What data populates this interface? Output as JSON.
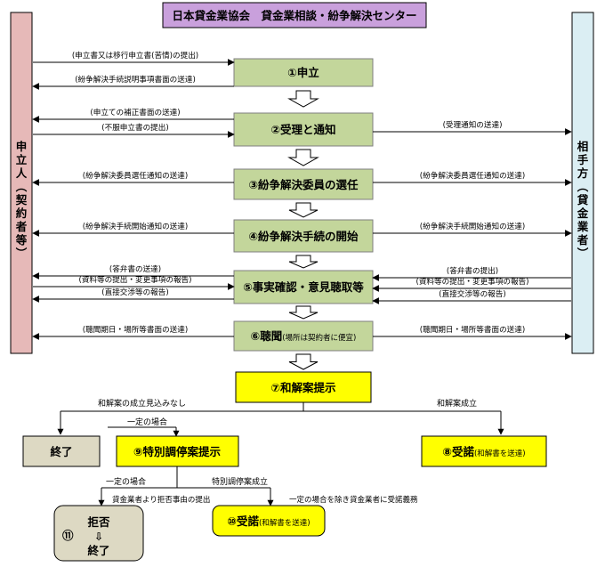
{
  "header": {
    "title": "日本貸金業協会　貸金業相談・紛争解決センター"
  },
  "parties": {
    "left": {
      "chars": [
        "申",
        "立",
        "人",
        "︵",
        "契",
        "約",
        "者",
        "等",
        "︶"
      ]
    },
    "right": {
      "chars": [
        "相",
        "手",
        "方",
        "︵",
        "貸",
        "金",
        "業",
        "者",
        "︶"
      ]
    }
  },
  "steps": [
    {
      "id": "s1",
      "label": "①申立"
    },
    {
      "id": "s2",
      "label": "②受理と通知"
    },
    {
      "id": "s3",
      "label": "③紛争解決委員の選任"
    },
    {
      "id": "s4",
      "label": "④紛争解決手続の開始"
    },
    {
      "id": "s5",
      "label": "⑤事実確認・意見聴取等"
    },
    {
      "id": "s6",
      "label": "⑥聴聞",
      "sub": "(場所は契約者に便宜)"
    },
    {
      "id": "s7",
      "label": "⑦和解案提示"
    },
    {
      "id": "s8",
      "label": "⑧受諾",
      "sub": "(和解書を送達)"
    },
    {
      "id": "s9",
      "label": "⑨特別調停案提示"
    },
    {
      "id": "s10",
      "label": "⑩受諾",
      "sub": "(和解書を送達)"
    },
    {
      "id": "end",
      "label": "終了"
    },
    {
      "id": "s11",
      "num": "⑪",
      "line1": "拒否",
      "arrow": "⇩",
      "line2": "終了"
    }
  ],
  "left_flows": [
    "(申立書又は移行申立書(苦情)の提出)",
    "(紛争解決手続説明事項書面の送達)",
    "(申立ての補正書面の送達)",
    "(不服申立書の提出)",
    "(紛争解決委員選任通知の送達)",
    "(紛争解決手続開始通知の送達)",
    "(答弁書の送達)",
    "(資料等の提出・変更事項の報告)",
    "(直接交渉等の報告)",
    "(聴聞期日・場所等書面の送達)"
  ],
  "right_flows": [
    "(受理通知の送達)",
    "(紛争解決委員選任通知の送達)",
    "(紛争解決手続開始通知の送達)",
    "(答弁書の提出)",
    "(資料等の提出・変更事項の報告)",
    "(直接交渉等の報告)",
    "(聴聞期日・場所等書面の送達)"
  ],
  "branch_labels": {
    "no_prospect": "和解案の成立見込みなし",
    "established": "和解案成立",
    "certain_case_1": "一定の場合",
    "certain_case_2": "一定の場合",
    "refusal_reason": "貸金業者より拒否事由の提出",
    "special_established": "特別調停案成立",
    "obligation": "一定の場合を除き貸金業者に受諾義務"
  },
  "colors": {
    "header_bg": "#c9a0dc",
    "left_bar": "#e6b9b8",
    "right_bar": "#dbeef3",
    "step_green": "#c3d69b",
    "step_yellow": "#ffff00",
    "step_gray": "#ddd9c3"
  }
}
